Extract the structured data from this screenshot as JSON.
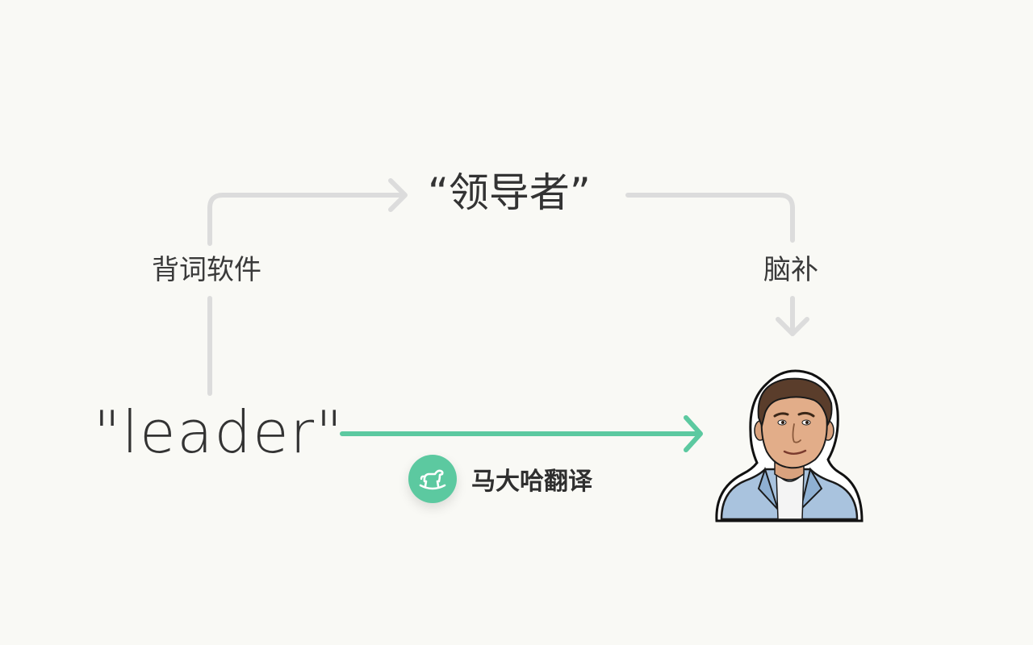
{
  "source_word": "\"leader\"",
  "target_word": "“领导者”",
  "left_label": "背词软件",
  "right_label": "脑补",
  "brand": {
    "name": "马大哈翻译",
    "logo_icon": "rocking-horse-icon",
    "accent_color": "#5cc9a0"
  },
  "colors": {
    "background": "#f9f9f5",
    "connector_gray": "#dcdcdc",
    "arrow_green": "#5cc9a0",
    "text": "#333333"
  },
  "avatar_icon": "person-avatar-illustration"
}
